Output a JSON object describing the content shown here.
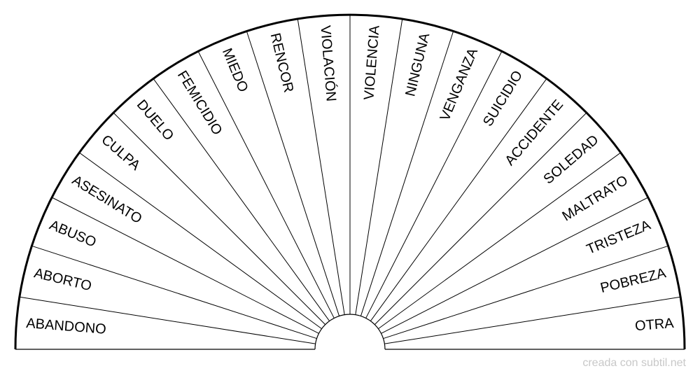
{
  "diagram": {
    "labels": [
      "ABANDONO",
      "ABORTO",
      "ABUSO",
      "ASESINATO",
      "CULPA",
      "DUELO",
      "FEMICIDIO",
      "MIEDO",
      "RENCOR",
      "VIOLACIÓN",
      "VIOLENCIA",
      "NINGUNA",
      "VENGANZA",
      "SUICIDIO",
      "ACCIDENTE",
      "SOLEDAD",
      "MALTRATO",
      "TRISTEZA",
      "POBREZA",
      "OTRA"
    ]
  },
  "footer": {
    "credit": "creada con subtil.net"
  },
  "colors": {
    "line": "#000000",
    "background": "#ffffff",
    "credit": "#c8c8c8"
  }
}
